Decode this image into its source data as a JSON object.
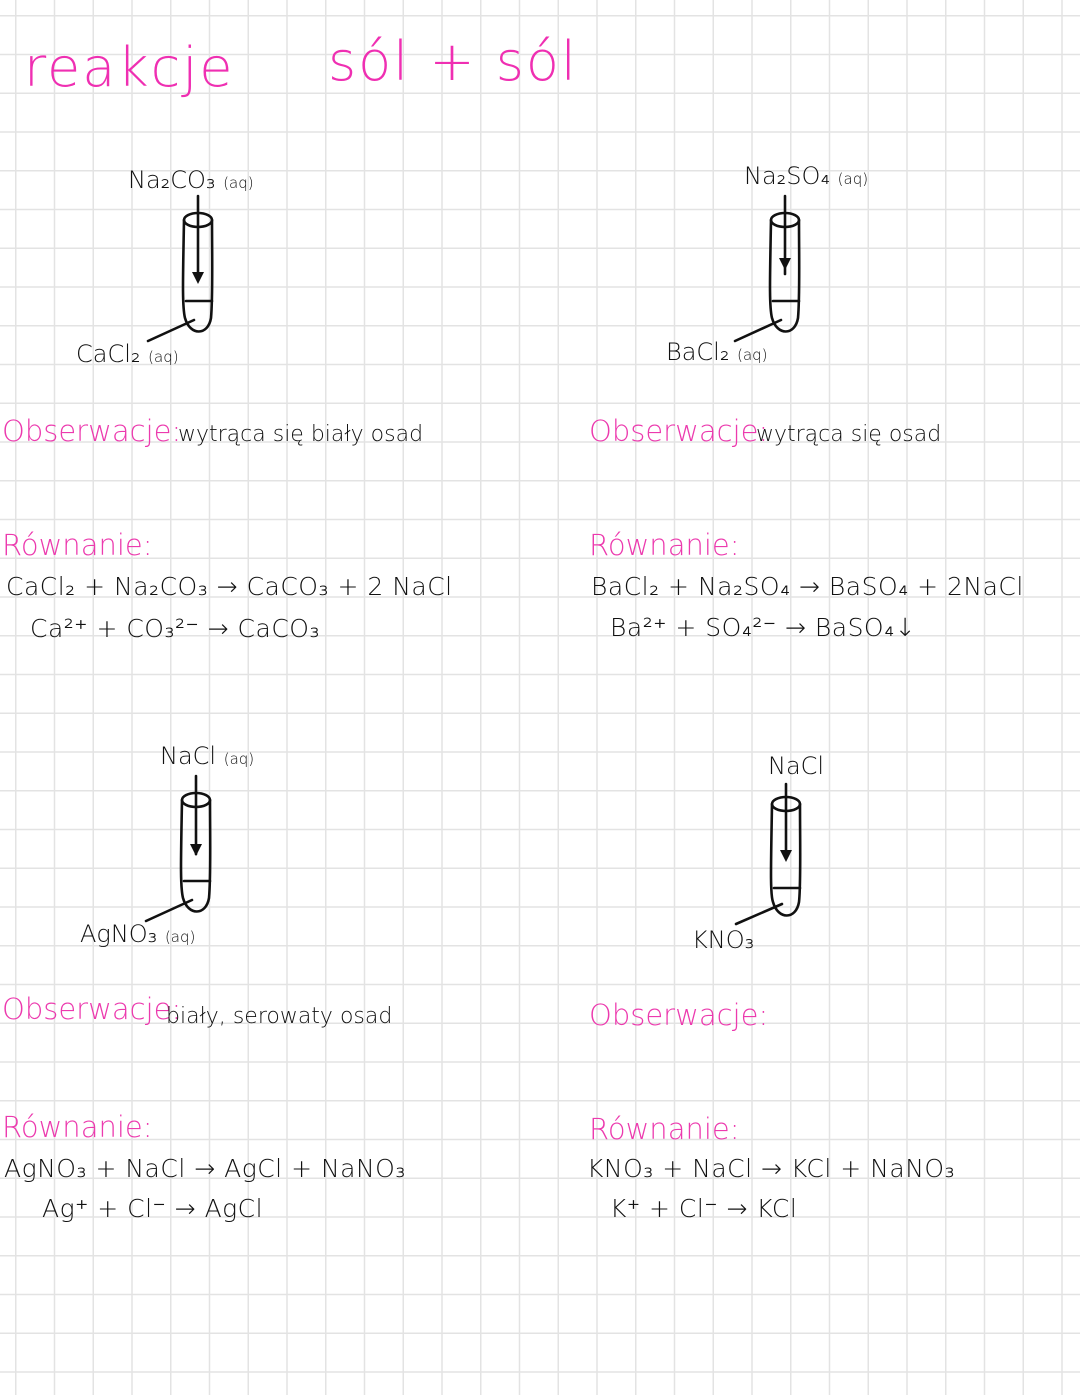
{
  "page": {
    "title_left": "reakcje",
    "title_right": "sól + sól",
    "colors": {
      "accent": "#ef2fb2",
      "ink": "#111111",
      "grid": "#e3e3e3",
      "background": "#ffffff"
    }
  },
  "experiments": [
    {
      "reagent_top": "Na₂CO₃",
      "reagent_top_state": "(aq)",
      "reagent_bottom": "CaCl₂",
      "reagent_bottom_state": "(aq)",
      "observation_label": "Obserwacje:",
      "observation": "wytrąca się biały osad",
      "equation_label": "Równanie:",
      "equation_molecular": "CaCl₂ + Na₂CO₃ → CaCO₃ + 2 NaCl",
      "equation_ionic": "Ca²⁺ + CO₃²⁻ → CaCO₃"
    },
    {
      "reagent_top": "Na₂SO₄",
      "reagent_top_state": "(aq)",
      "reagent_bottom": "BaCl₂",
      "reagent_bottom_state": "(aq)",
      "observation_label": "Obserwacje:",
      "observation": "wytrąca się osad",
      "equation_label": "Równanie:",
      "equation_molecular": "BaCl₂ + Na₂SO₄ → BaSO₄ + 2NaCl",
      "equation_ionic": "Ba²⁺ + SO₄²⁻ → BaSO₄↓"
    },
    {
      "reagent_top": "NaCl",
      "reagent_top_state": "(aq)",
      "reagent_bottom": "AgNO₃",
      "reagent_bottom_state": "(aq)",
      "observation_label": "Obserwacje:",
      "observation": "biały, serowaty osad",
      "equation_label": "Równanie:",
      "equation_molecular": "AgNO₃ + NaCl → AgCl + NaNO₃",
      "equation_ionic": "Ag⁺ + Cl⁻ → AgCl"
    },
    {
      "reagent_top": "NaCl",
      "reagent_top_state": "",
      "reagent_bottom": "KNO₃",
      "reagent_bottom_state": "",
      "observation_label": "Obserwacje:",
      "observation": "",
      "equation_label": "Równanie:",
      "equation_molecular": "KNO₃ + NaCl → KCl + NaNO₃",
      "equation_ionic": "K⁺ + Cl⁻ → KCl"
    }
  ]
}
